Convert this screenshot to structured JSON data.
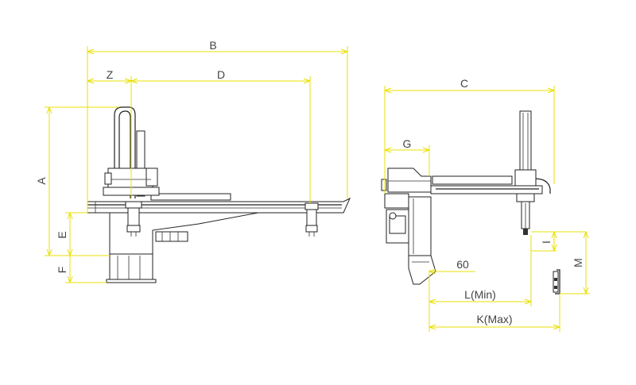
{
  "dimensions": {
    "B": "B",
    "Z": "Z",
    "D": "D",
    "A": "A",
    "E": "E",
    "F": "F",
    "C": "C",
    "G": "G",
    "I": "I",
    "M": "M",
    "sixty": "60",
    "L": "L(Min)",
    "K": "K(Max)"
  },
  "colors": {
    "dimension_line": "#e8e000",
    "machine_line": "#222222",
    "label_text": "#444444"
  }
}
